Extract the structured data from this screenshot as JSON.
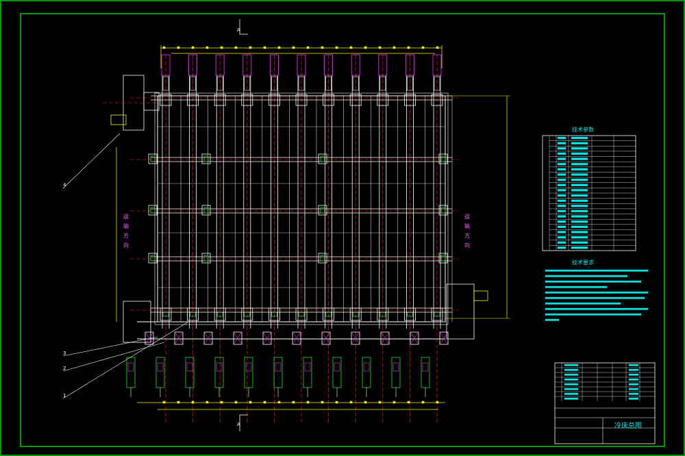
{
  "colors": {
    "background": "#000000",
    "border": "#00c800",
    "frame": "#ffffff",
    "dim": "#ffff00",
    "center": "#ff2020",
    "cyan": "#00e5e5",
    "magenta": "#ff30ff",
    "green": "#20e020"
  },
  "section_marks": [
    "A",
    "A"
  ],
  "leader_numbers": [
    "4",
    "3",
    "2",
    "1"
  ],
  "direction_labels": {
    "left": "运输方向",
    "right": "运输方向"
  },
  "tech_table": {
    "title": "技术参数"
  },
  "tech_requirements": {
    "title": "技术要求"
  },
  "title_block": {
    "drawing_title": "冷床总图"
  }
}
